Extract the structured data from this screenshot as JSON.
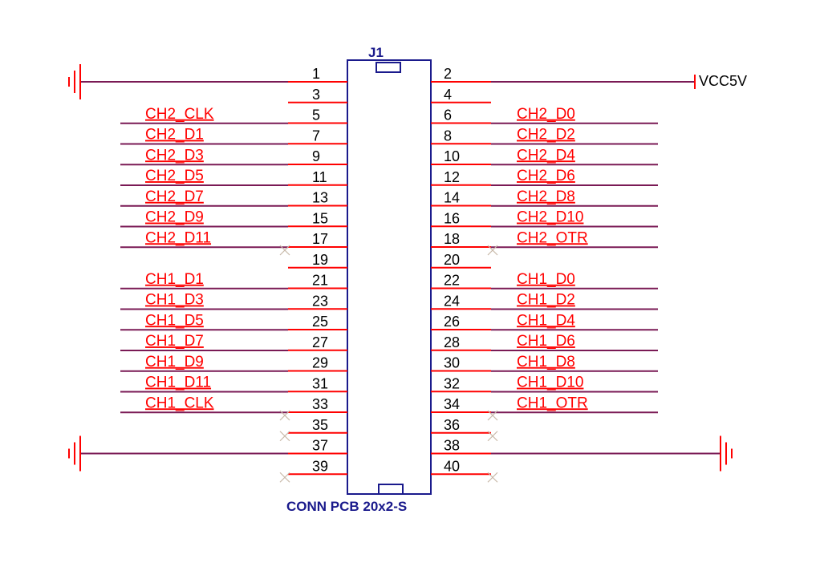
{
  "component": {
    "ref": "J1",
    "value": "CONN PCB 20x2-S"
  },
  "power_net": "VCC5V",
  "colors": {
    "pin_line": "#ff0000",
    "wire": "#7a1a55",
    "body": "#1a1a8c",
    "pin_number": "#000000",
    "net_label": "#ff0000",
    "no_connect": "#c8b8a8"
  },
  "left_pins": [
    {
      "num": "1",
      "net": "",
      "kind": "ground"
    },
    {
      "num": "3",
      "net": "CH2_CLK",
      "kind": "net"
    },
    {
      "num": "5",
      "net": "CH2_D1",
      "kind": "net"
    },
    {
      "num": "7",
      "net": "CH2_D3",
      "kind": "net"
    },
    {
      "num": "9",
      "net": "CH2_D5",
      "kind": "net"
    },
    {
      "num": "11",
      "net": "CH2_D7",
      "kind": "net"
    },
    {
      "num": "13",
      "net": "CH2_D9",
      "kind": "net"
    },
    {
      "num": "15",
      "net": "CH2_D11",
      "kind": "net"
    },
    {
      "num": "17",
      "net": "",
      "kind": "nc"
    },
    {
      "num": "19",
      "net": "CH1_D1",
      "kind": "net"
    },
    {
      "num": "21",
      "net": "CH1_D3",
      "kind": "net"
    },
    {
      "num": "23",
      "net": "CH1_D5",
      "kind": "net"
    },
    {
      "num": "25",
      "net": "CH1_D7",
      "kind": "net"
    },
    {
      "num": "27",
      "net": "CH1_D9",
      "kind": "net"
    },
    {
      "num": "29",
      "net": "CH1_D11",
      "kind": "net"
    },
    {
      "num": "31",
      "net": "CH1_CLK",
      "kind": "net"
    },
    {
      "num": "33",
      "net": "",
      "kind": "nc"
    },
    {
      "num": "35",
      "net": "",
      "kind": "nc"
    },
    {
      "num": "37",
      "net": "",
      "kind": "ground"
    },
    {
      "num": "39",
      "net": "",
      "kind": "nc"
    }
  ],
  "right_pins": [
    {
      "num": "2",
      "net": "",
      "kind": "power"
    },
    {
      "num": "4",
      "net": "CH2_D0",
      "kind": "net"
    },
    {
      "num": "6",
      "net": "CH2_D2",
      "kind": "net"
    },
    {
      "num": "8",
      "net": "CH2_D4",
      "kind": "net"
    },
    {
      "num": "10",
      "net": "CH2_D6",
      "kind": "net"
    },
    {
      "num": "12",
      "net": "CH2_D8",
      "kind": "net"
    },
    {
      "num": "14",
      "net": "CH2_D10",
      "kind": "net"
    },
    {
      "num": "16",
      "net": "CH2_OTR",
      "kind": "net"
    },
    {
      "num": "18",
      "net": "",
      "kind": "nc"
    },
    {
      "num": "20",
      "net": "CH1_D0",
      "kind": "net"
    },
    {
      "num": "22",
      "net": "CH1_D2",
      "kind": "net"
    },
    {
      "num": "24",
      "net": "CH1_D4",
      "kind": "net"
    },
    {
      "num": "26",
      "net": "CH1_D6",
      "kind": "net"
    },
    {
      "num": "28",
      "net": "CH1_D8",
      "kind": "net"
    },
    {
      "num": "30",
      "net": "CH1_D10",
      "kind": "net"
    },
    {
      "num": "32",
      "net": "CH1_OTR",
      "kind": "net"
    },
    {
      "num": "34",
      "net": "",
      "kind": "nc"
    },
    {
      "num": "36",
      "net": "",
      "kind": "nc"
    },
    {
      "num": "38",
      "net": "",
      "kind": "ground"
    },
    {
      "num": "40",
      "net": "",
      "kind": "nc"
    }
  ]
}
